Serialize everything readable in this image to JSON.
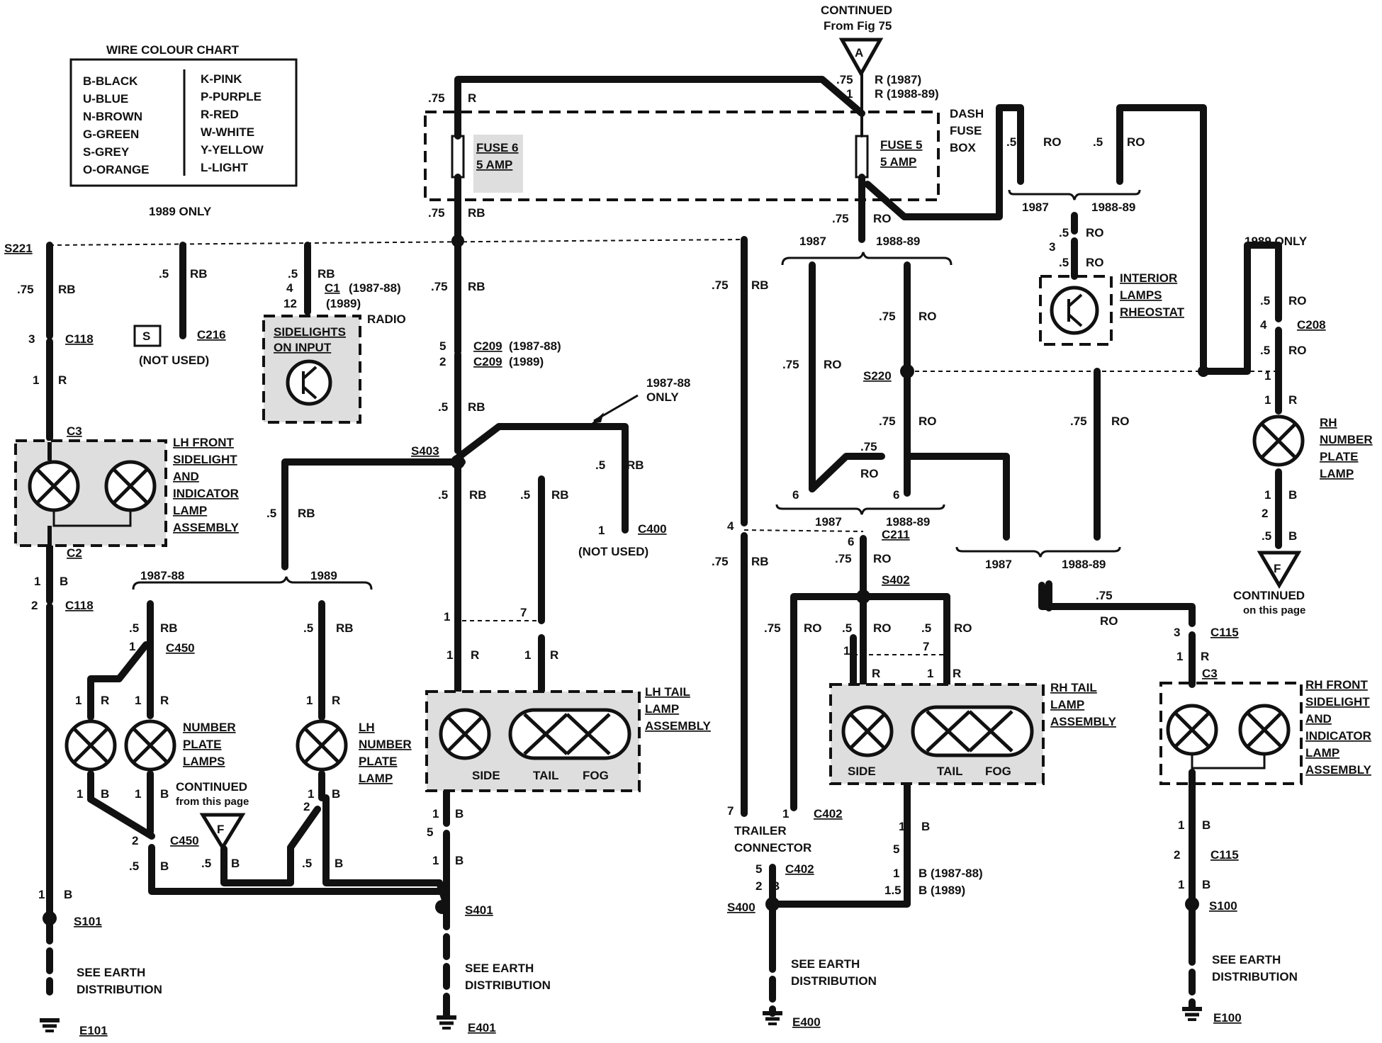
{
  "colour_chart": {
    "title": "WIRE COLOUR CHART",
    "left": [
      "B-BLACK",
      "U-BLUE",
      "N-BROWN",
      "G-GREEN",
      "S-GREY",
      "O-ORANGE"
    ],
    "right": [
      "K-PINK",
      "P-PURPLE",
      "R-RED",
      "W-WHITE",
      "Y-YELLOW",
      "L-LIGHT"
    ]
  },
  "top": {
    "continued": "CONTINUED",
    "from_fig": "From Fig 75",
    "marker": "A",
    "wire_a_1": ".75",
    "wire_a_1_col": "R (1987)",
    "wire_a_2": "1",
    "wire_a_2_col": "R (1988-89)"
  },
  "fusebox": {
    "label": [
      "DASH",
      "FUSE",
      "BOX"
    ],
    "fuse6": [
      "FUSE 6",
      "5 AMP"
    ],
    "fuse5": [
      "FUSE 5",
      "5 AMP"
    ],
    "f6_in": ".75",
    "f6_in_col": "R",
    "f6_out": ".75",
    "f6_out_col": "RB",
    "f5_out": ".75",
    "f5_out_col": "RO"
  },
  "labels": {
    "only_1989": "1989 ONLY",
    "only_1987_88": [
      "1987-88",
      "ONLY"
    ],
    "not_used": "(NOT USED)",
    "s_box": "S",
    "radio": "RADIO",
    "sidelights_input": [
      "SIDELIGHTS",
      "ON INPUT"
    ],
    "lh_front": [
      "LH FRONT",
      "SIDELIGHT",
      "AND",
      "INDICATOR",
      "LAMP",
      "ASSEMBLY"
    ],
    "rh_front": [
      "RH FRONT",
      "SIDELIGHT",
      "AND",
      "INDICATOR",
      "LAMP",
      "ASSEMBLY"
    ],
    "lh_tail": [
      "LH TAIL",
      "LAMP",
      "ASSEMBLY"
    ],
    "rh_tail": [
      "RH TAIL",
      "LAMP",
      "ASSEMBLY"
    ],
    "number_plate_lamps": [
      "NUMBER",
      "PLATE",
      "LAMPS"
    ],
    "lh_number_plate": [
      "LH",
      "NUMBER",
      "PLATE",
      "LAMP"
    ],
    "rh_number_plate": [
      "RH",
      "NUMBER",
      "PLATE",
      "LAMP"
    ],
    "rheostat": [
      "INTERIOR",
      "LAMPS",
      "RHEOSTAT"
    ],
    "trailer": [
      "TRAILER",
      "CONNECTOR"
    ],
    "continued_from": [
      "CONTINUED",
      "from this page"
    ],
    "continued_on": [
      "CONTINUED",
      "on this page"
    ],
    "marker_f": "F",
    "side": "SIDE",
    "tail": "TAIL",
    "fog": "FOG",
    "see_earth": [
      "SEE EARTH",
      "DISTRIBUTION"
    ],
    "y1987": "1987",
    "y1988_89": "1988-89",
    "y1987_88": "1987-88",
    "y1989": "1989"
  },
  "connectors": {
    "s221": "S221",
    "c216": "C216",
    "c118": "C118",
    "c3": "C3",
    "c2": "C2",
    "c1": "C1",
    "c1_a": "(1987-88)",
    "c1_b": "(1989)",
    "c209": "C209",
    "c209_a": "(1987-88)",
    "c209_b": "(1989)",
    "s403": "S403",
    "c400": "C400",
    "c450": "C450",
    "s401": "S401",
    "s101": "S101",
    "e101": "E101",
    "e401": "E401",
    "c402": "C402",
    "s400": "S400",
    "e400": "E400",
    "c211": "C211",
    "s402": "S402",
    "s220": "S220",
    "c208": "C208",
    "c115": "C115",
    "s100": "S100",
    "e100": "E100",
    "b_1987_88": "B (1987-88)",
    "b_1989": "B (1989)"
  },
  "wires": {
    "d75": ".75",
    "d5": ".5",
    "d1": "1",
    "d15": "1.5",
    "rb": "RB",
    "ro": "RO",
    "r": "R",
    "b": "B",
    "p1": "1",
    "p2": "2",
    "p3": "3",
    "p4": "4",
    "p5": "5",
    "p6": "6",
    "p7": "7",
    "p12": "12"
  }
}
